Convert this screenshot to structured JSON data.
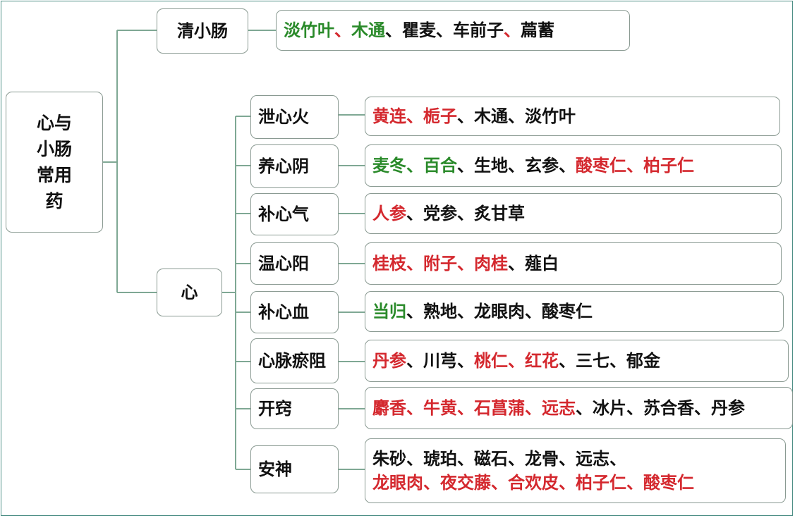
{
  "root": {
    "lines": [
      "心与",
      "小肠",
      "常用",
      "药"
    ]
  },
  "xiaochang": {
    "label": "清小肠",
    "items": [
      {
        "t": "淡竹叶",
        "c": "g"
      },
      {
        "t": "、",
        "c": "r"
      },
      {
        "t": "木通",
        "c": "g"
      },
      {
        "t": "、瞿麦、车前子",
        "c": "k"
      },
      {
        "t": "、",
        "c": "r"
      },
      {
        "t": "萹蓄",
        "c": "k"
      }
    ]
  },
  "xin": {
    "label": "心",
    "groups": [
      {
        "label": "泄心火",
        "items": [
          {
            "t": "黄连、栀子",
            "c": "r"
          },
          {
            "t": "、木通、淡竹叶",
            "c": "k"
          }
        ]
      },
      {
        "label": "养心阴",
        "items": [
          {
            "t": "麦冬、百合",
            "c": "g"
          },
          {
            "t": "、生地、玄参、",
            "c": "k"
          },
          {
            "t": "酸枣仁、柏子仁",
            "c": "r"
          }
        ]
      },
      {
        "label": "补心气",
        "items": [
          {
            "t": "人参",
            "c": "r"
          },
          {
            "t": "、党参、炙甘草",
            "c": "k"
          }
        ]
      },
      {
        "label": "温心阳",
        "items": [
          {
            "t": "桂枝、附子、肉桂",
            "c": "r"
          },
          {
            "t": "、薤白",
            "c": "k"
          }
        ]
      },
      {
        "label": "补心血",
        "items": [
          {
            "t": "当归",
            "c": "g"
          },
          {
            "t": "、熟地、龙眼肉、酸枣仁",
            "c": "k"
          }
        ]
      },
      {
        "label": "心脉瘀阻",
        "items": [
          {
            "t": "丹参",
            "c": "r"
          },
          {
            "t": "、川芎、",
            "c": "k"
          },
          {
            "t": "桃仁、红花",
            "c": "r"
          },
          {
            "t": "、三七、郁金",
            "c": "k"
          }
        ]
      },
      {
        "label": "开窍",
        "items": [
          {
            "t": "麝香、牛黄、石菖蒲、远志",
            "c": "r"
          },
          {
            "t": "、冰片、苏合香、丹参",
            "c": "k"
          }
        ]
      },
      {
        "label": "安神",
        "items": [
          {
            "t": "朱砂、琥珀、磁石、龙骨、远志、",
            "c": "k"
          },
          {
            "t": "龙眼肉、夜交藤、合欢皮、柏子仁、酸枣仁",
            "c": "r"
          }
        ]
      }
    ]
  }
}
